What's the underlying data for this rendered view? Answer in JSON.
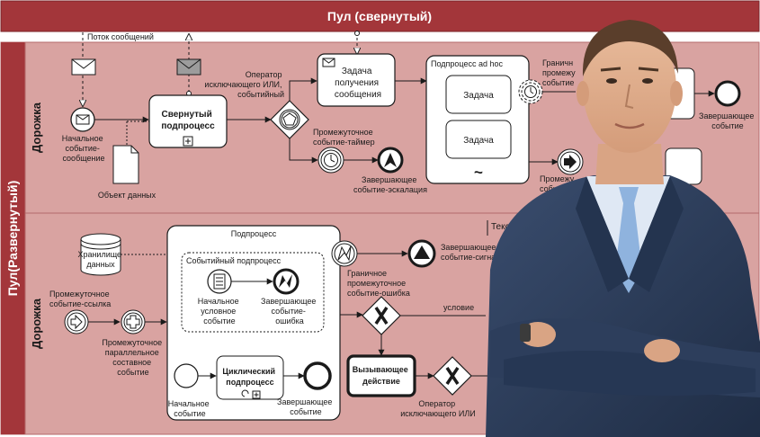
{
  "collapsed_pool": {
    "title": "Пул (свернутый)"
  },
  "expanded_pool": {
    "title": "Пул(Развернутый)"
  },
  "lanes": {
    "upper": "Дорожка",
    "lower": "Дорожка"
  },
  "labels": {
    "message_flow": "Поток сообщений",
    "start_message": [
      "Начальное",
      "событие-",
      "сообщение"
    ],
    "collapsed_subprocess": [
      "Свернутый",
      "подпроцесс"
    ],
    "data_object": "Объект данных",
    "event_gateway": [
      "Оператор",
      "исключающего ИЛИ,",
      "событийный"
    ],
    "receive_task": [
      "Задача",
      "получения",
      "сообщения"
    ],
    "timer_event": [
      "Промежуточное",
      "событие-таймер"
    ],
    "escalation_end": [
      "Завершающее",
      "событие-эскалация"
    ],
    "adhoc_title": "Подпроцесс ad hoc",
    "task": "Задача",
    "adhoc_marker": "~",
    "boundary_event_top": [
      "Граничн",
      "промежу",
      "событие"
    ],
    "end_event_top": [
      "Завершающее",
      "событие"
    ],
    "intermediate_right": [
      "Промежу",
      "событи"
    ],
    "text_annotation": "Тексто",
    "data_store": [
      "Хранилище",
      "данных"
    ],
    "subprocess_title": "Подпроцесс",
    "event_subprocess_title": "Событийный подпроцесс",
    "conditional_start": [
      "Начальное",
      "условное",
      "событие"
    ],
    "error_end": [
      "Завершающее",
      "событие-",
      "ошибка"
    ],
    "signal_end": [
      "Завершающее",
      "событие-сигнал"
    ],
    "error_boundary": [
      "Граничное",
      "промежуточное",
      "событие-ошибка"
    ],
    "link_event": [
      "Промежуточное",
      "событие-ссылка"
    ],
    "parallel_multiple": [
      "Промежуточное",
      "параллельное",
      "составное",
      "событие"
    ],
    "start_event": [
      "Начальное",
      "событие"
    ],
    "loop_subprocess": [
      "Циклический",
      "подпроцесс"
    ],
    "end_event": [
      "Завершающее",
      "событие"
    ],
    "call_activity": [
      "Вызывающее",
      "действие"
    ],
    "condition": "условие",
    "exclusive_gateway": [
      "Оператор",
      "исключающего ИЛИ"
    ]
  },
  "colors": {
    "pool_header": "#a3363a",
    "lane_fill": "#d9a3a1",
    "lane_border": "#b46a6a",
    "white": "#ffffff",
    "stroke": "#1a1a1a",
    "suit": "#2d3e5c",
    "shirt": "#dfe8f4",
    "tie": "#8fb3de",
    "skin": "#e2b08e"
  },
  "icons": [
    "envelope-icon",
    "timer-icon",
    "escalation-icon",
    "signal-icon",
    "error-icon",
    "link-icon",
    "parallel-plus-icon",
    "condition-list-icon",
    "pentagon-event-icon",
    "exclusive-x-icon",
    "loop-icon",
    "plus-marker-icon",
    "document-icon",
    "database-icon"
  ]
}
